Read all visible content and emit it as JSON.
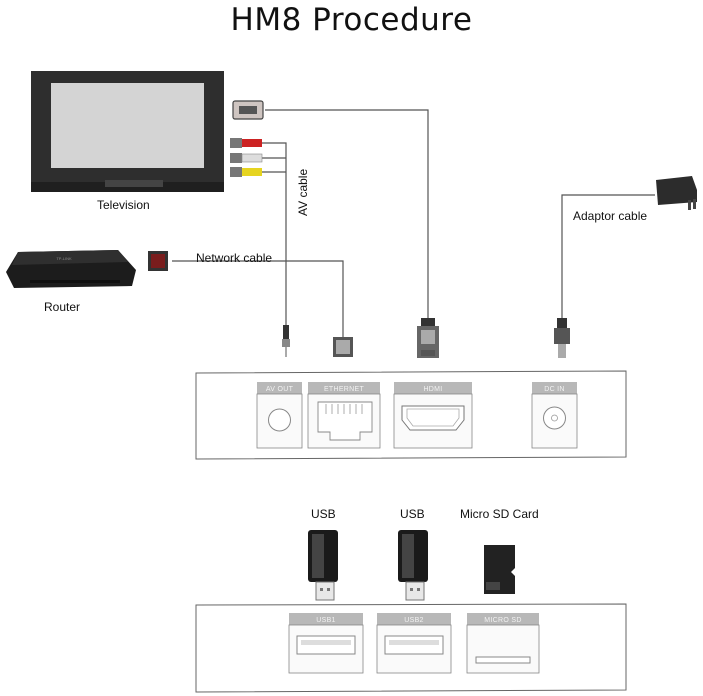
{
  "title": "HM8 Procedure",
  "devices": {
    "television": "Television",
    "router": "Router"
  },
  "cables": {
    "av": "AV cable",
    "network": "Network cable",
    "adaptor": "Adaptor cable"
  },
  "ports_back": {
    "av_out": "AV OUT",
    "ethernet": "ETHERNET",
    "hdmi": "HDMI",
    "dc_in": "DC IN"
  },
  "storage": {
    "usb1_label": "USB",
    "usb2_label": "USB",
    "sd_label": "Micro SD Card"
  },
  "ports_front": {
    "usb1": "USB1",
    "usb2": "USB2",
    "micro_sd": "MICRO SD"
  },
  "router_brand": "TP-LINK"
}
